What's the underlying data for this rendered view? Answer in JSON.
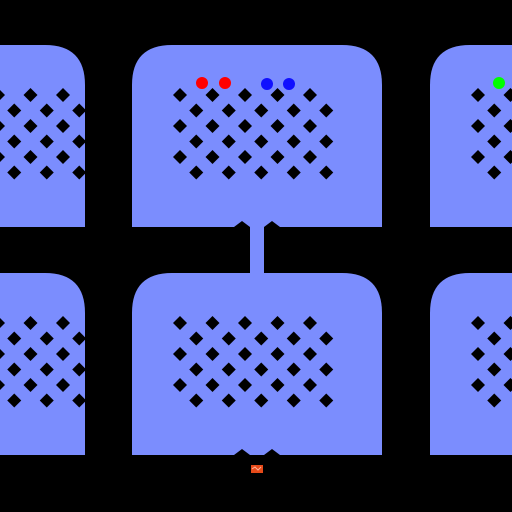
{
  "game": {
    "colors": {
      "background": "#000000",
      "room": "#7b8dfe",
      "hole": "#000000",
      "red_dot": "#ff0000",
      "blue_dot": "#1010ff",
      "green_dot": "#00ff00",
      "marker": "#e64a19"
    },
    "rooms": [
      {
        "name": "room-top-left",
        "dots": []
      },
      {
        "name": "room-top-center",
        "dots": [
          "red_dot",
          "red_dot",
          "blue_dot",
          "blue_dot"
        ]
      },
      {
        "name": "room-top-right",
        "dots": [
          "green_dot"
        ]
      },
      {
        "name": "room-bottom-left",
        "dots": []
      },
      {
        "name": "room-bottom-center",
        "dots": []
      },
      {
        "name": "room-bottom-right",
        "dots": []
      }
    ],
    "markers": [
      "exit-marker-icon"
    ]
  }
}
